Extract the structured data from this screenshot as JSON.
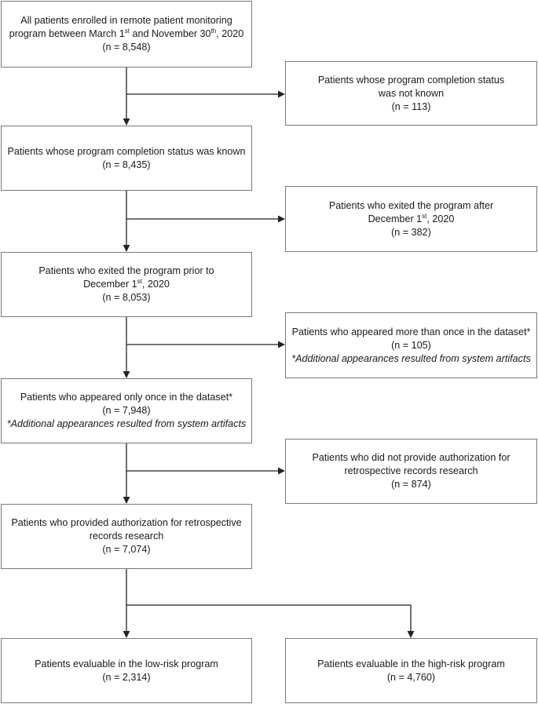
{
  "boxes": {
    "enrolled": {
      "line1": "All patients enrolled in remote patient monitoring",
      "line2_a": "program between March 1",
      "line2_sup1": "st",
      "line2_b": " and November 30",
      "line2_sup2": "th",
      "line2_c": ", 2020",
      "count": "(n = 8,548)"
    },
    "status_unknown": {
      "line1": "Patients whose program completion status",
      "line2": "was not known",
      "count": "(n = 113)"
    },
    "status_known": {
      "line1": "Patients whose program completion status was known",
      "count": "(n = 8,435)"
    },
    "exited_after": {
      "line1": "Patients who exited the program after",
      "line2_a": "December 1",
      "line2_sup": "st",
      "line2_b": ", 2020",
      "count": "(n = 382)"
    },
    "exited_prior": {
      "line1": "Patients who exited the program prior to",
      "line2_a": "December 1",
      "line2_sup": "st",
      "line2_b": ", 2020",
      "count": "(n = 8,053)"
    },
    "appeared_more": {
      "line1": "Patients who appeared more than once in the dataset*",
      "count": "(n = 105)",
      "note": "*Additional appearances resulted from system artifacts"
    },
    "appeared_once": {
      "line1": "Patients who appeared only once in the dataset*",
      "count": "(n = 7,948)",
      "note": "*Additional appearances resulted from system artifacts"
    },
    "no_authorization": {
      "line1": "Patients who did not provide authorization for",
      "line2": "retrospective records research",
      "count": "(n = 874)"
    },
    "authorization": {
      "line1": "Patients who provided authorization for retrospective",
      "line2": "records research",
      "count": "(n = 7,074)"
    },
    "low_risk": {
      "line1": "Patients evaluable in the low-risk program",
      "count": "(n = 2,314)"
    },
    "high_risk": {
      "line1": "Patients evaluable in the high-risk program",
      "count": "(n = 4,760)"
    }
  },
  "colors": {
    "line": "#222222",
    "border": "#7a7a7a"
  }
}
